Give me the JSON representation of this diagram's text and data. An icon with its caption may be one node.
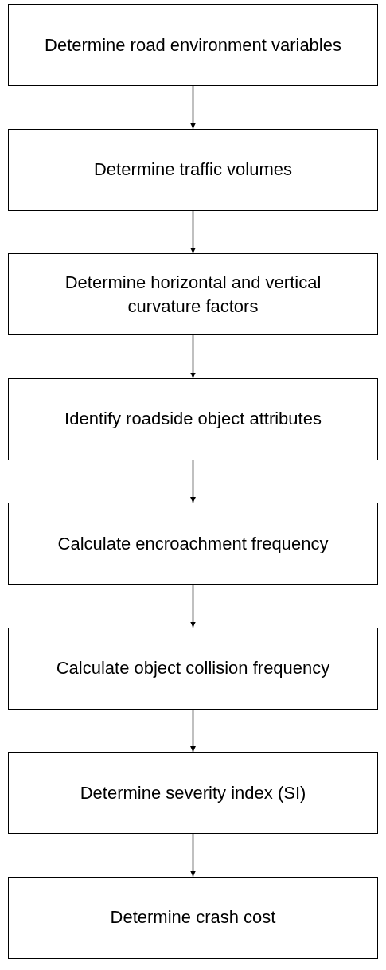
{
  "diagram": {
    "nodes": [
      {
        "text": [
          "Determine road environment variables"
        ]
      },
      {
        "text": [
          "Determine traffic volumes"
        ]
      },
      {
        "text": [
          "Determine horizontal and vertical curvature factors"
        ]
      },
      {
        "text": [
          "Identify roadside object attributes"
        ]
      },
      {
        "text": [
          "Calculate encroachment frequency"
        ]
      },
      {
        "text": [
          "Calculate object collision frequency"
        ]
      },
      {
        "text": [
          "Determine severity index (SI)"
        ]
      },
      {
        "text": [
          "Determine crash cost"
        ]
      }
    ],
    "edges": [
      {
        "from": 0,
        "to": 1,
        "arrow": "to"
      },
      {
        "from": 1,
        "to": 2,
        "arrow": "to"
      },
      {
        "from": 2,
        "to": 3,
        "arrow": "to"
      },
      {
        "from": 3,
        "to": 4,
        "arrow": "to"
      },
      {
        "from": 4,
        "to": 5,
        "arrow": "to"
      },
      {
        "from": 5,
        "to": 6,
        "arrow": "to"
      },
      {
        "from": 6,
        "to": 7,
        "arrow": "to"
      }
    ]
  }
}
